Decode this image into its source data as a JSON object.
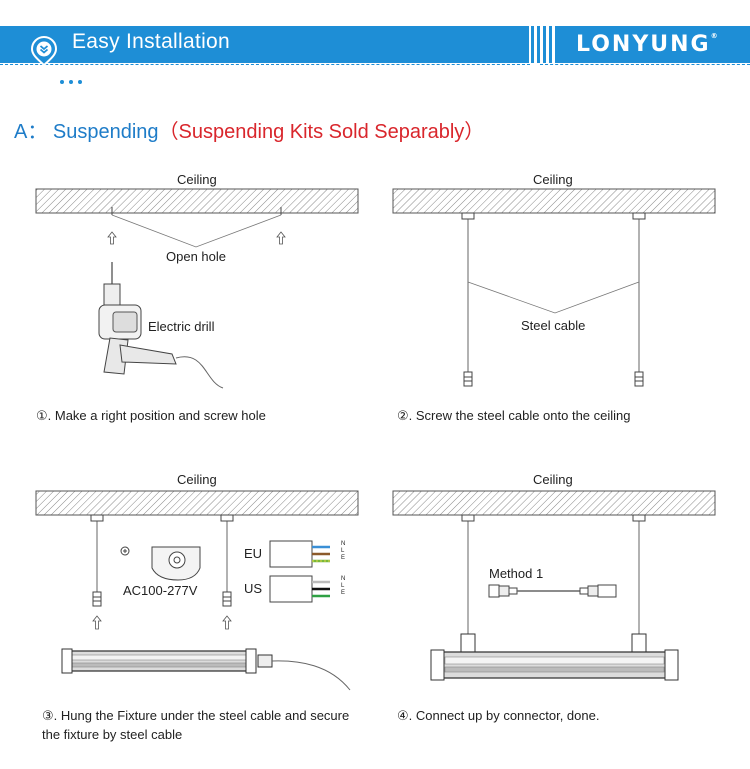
{
  "header": {
    "title": "Easy Installation",
    "logo": "LONYUNG",
    "logo_mark": "®",
    "accent_color": "#1e8ed6",
    "badge_icon": "chevron-double-down-icon"
  },
  "section": {
    "prefix": "A：",
    "title": "Suspending",
    "note": "（Suspending Kits Sold Separably）",
    "title_color": "#1e7cc8",
    "note_color": "#d9262c"
  },
  "steps": [
    {
      "ceiling_label": "Ceiling",
      "callouts": [
        "Open hole",
        "Electric drill"
      ],
      "caption": "①. Make a right position and screw hole"
    },
    {
      "ceiling_label": "Ceiling",
      "callouts": [
        "Steel cable"
      ],
      "caption": "②. Screw the steel cable onto the ceiling"
    },
    {
      "ceiling_label": "Ceiling",
      "callouts": [
        "AC100-277V",
        "EU",
        "US",
        "N",
        "L",
        "E"
      ],
      "caption": "③. Hung the Fixture under the steel cable and secure the fixture by steel cable"
    },
    {
      "ceiling_label": "Ceiling",
      "callouts": [
        "Method 1"
      ],
      "caption": "④. Connect up by connector, done."
    }
  ]
}
